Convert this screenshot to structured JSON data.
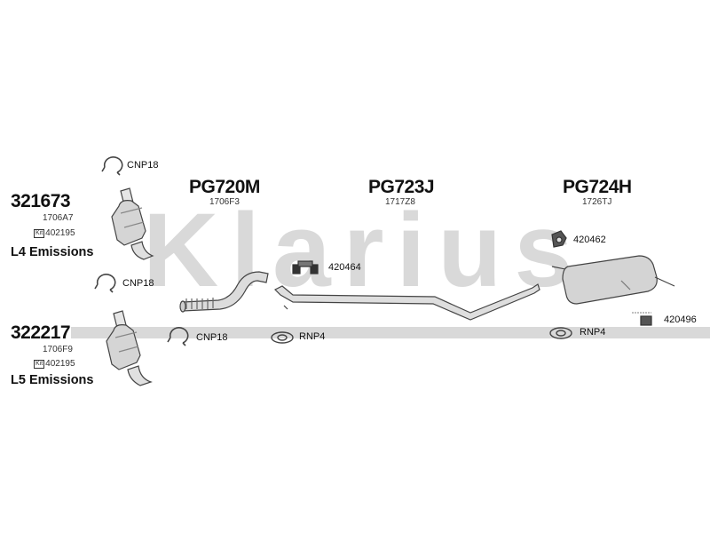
{
  "watermark": {
    "text": "Klarius",
    "color": "#d9d9d9"
  },
  "colors": {
    "part_fill": "#d8d8d8",
    "part_stroke": "#444444",
    "text": "#111111"
  },
  "assemblies": [
    {
      "code": "321673",
      "ref": "1706A7",
      "kit_label": "Kit",
      "kit_code": "402195",
      "emission": "L4 Emissions"
    },
    {
      "code": "322217",
      "ref": "1706F9",
      "kit_label": "Kit",
      "kit_code": "402195",
      "emission": "L5 Emissions"
    }
  ],
  "sections": [
    {
      "code": "PG720M",
      "ref": "1706F3"
    },
    {
      "code": "PG723J",
      "ref": "1717Z8"
    },
    {
      "code": "PG724H",
      "ref": "1726TJ"
    }
  ],
  "fittings": {
    "clamp_top": "CNP18",
    "clamp_mid": "CNP18",
    "clamp_low": "CNP18",
    "mount_mid": "420464",
    "mount_right": "420462",
    "ring_mid": "RNP4",
    "ring_right": "RNP4",
    "hanger_right": "420496"
  }
}
